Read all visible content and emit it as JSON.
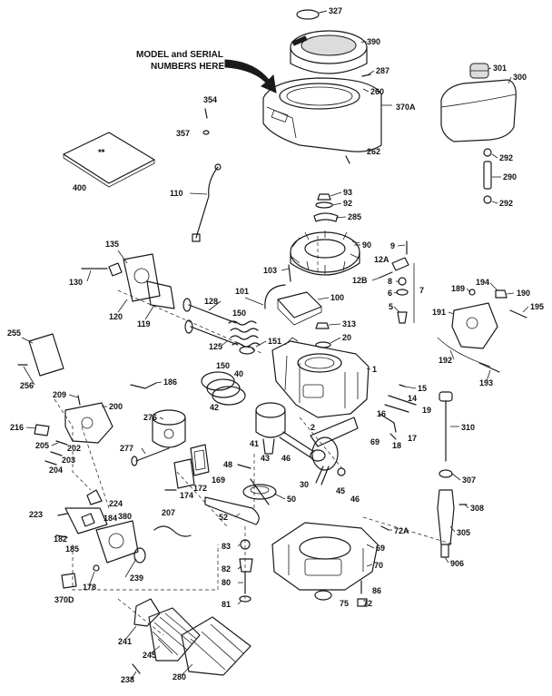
{
  "annotation": {
    "line1": "MODEL and SERIAL",
    "line2": "NUMBERS HERE"
  },
  "part_numbers": {
    "p327": "327",
    "p390": "390",
    "p287": "287",
    "p301": "301",
    "p300": "300",
    "p260": "260",
    "p370A": "370A",
    "p354": "354",
    "p357": "357",
    "p400": "400",
    "p262": "262",
    "p292a": "292",
    "p290": "290",
    "p292b": "292",
    "p110": "110",
    "p93": "93",
    "p92": "92",
    "p285": "285",
    "p90": "90",
    "p9": "9",
    "p12A": "12A",
    "p8": "8",
    "p6": "6",
    "p12B": "12B",
    "p7": "7",
    "p5": "5",
    "p135": "135",
    "p130": "130",
    "p120": "120",
    "p119": "119",
    "p103": "103",
    "p101": "101",
    "p100": "100",
    "p128": "128",
    "p150a": "150",
    "p313": "313",
    "p20": "20",
    "p189": "189",
    "p194": "194",
    "p190": "190",
    "p195": "195",
    "p191": "191",
    "p192": "192",
    "p193": "193",
    "p255": "255",
    "p256": "256",
    "p125": "125",
    "p151": "151",
    "p40": "40",
    "p150b": "150",
    "p186": "186",
    "p1": "1",
    "p15": "15",
    "p14": "14",
    "p19": "19",
    "p209": "209",
    "p200": "200",
    "p42": "42",
    "p276": "276",
    "p216": "216",
    "p205": "205",
    "p202": "202",
    "p203": "203",
    "p204": "204",
    "p2": "2",
    "p16": "16",
    "p17": "17",
    "p18": "18",
    "p310": "310",
    "p41": "41",
    "p43": "43",
    "p46a": "46",
    "p277": "277",
    "p69a": "69",
    "p169": "169",
    "p48": "48",
    "p30": "30",
    "p45": "45",
    "p46b": "46",
    "p307": "307",
    "p174": "174",
    "p172": "172",
    "p50": "50",
    "p224": "224",
    "p223": "223",
    "p184": "184",
    "p380": "380",
    "p207": "207",
    "p182": "182",
    "p185": "185",
    "p52": "52",
    "p308": "308",
    "p72A": "72A",
    "p305": "305",
    "p83": "83",
    "p69b": "69",
    "p239": "239",
    "p178": "178",
    "p82": "82",
    "p70": "70",
    "p906": "906",
    "p370D": "370D",
    "p80": "80",
    "p86": "86",
    "p81": "81",
    "p75": "75",
    "p72": "72",
    "p241": "241",
    "p245": "245",
    "p238": "238",
    "p280": "280"
  }
}
